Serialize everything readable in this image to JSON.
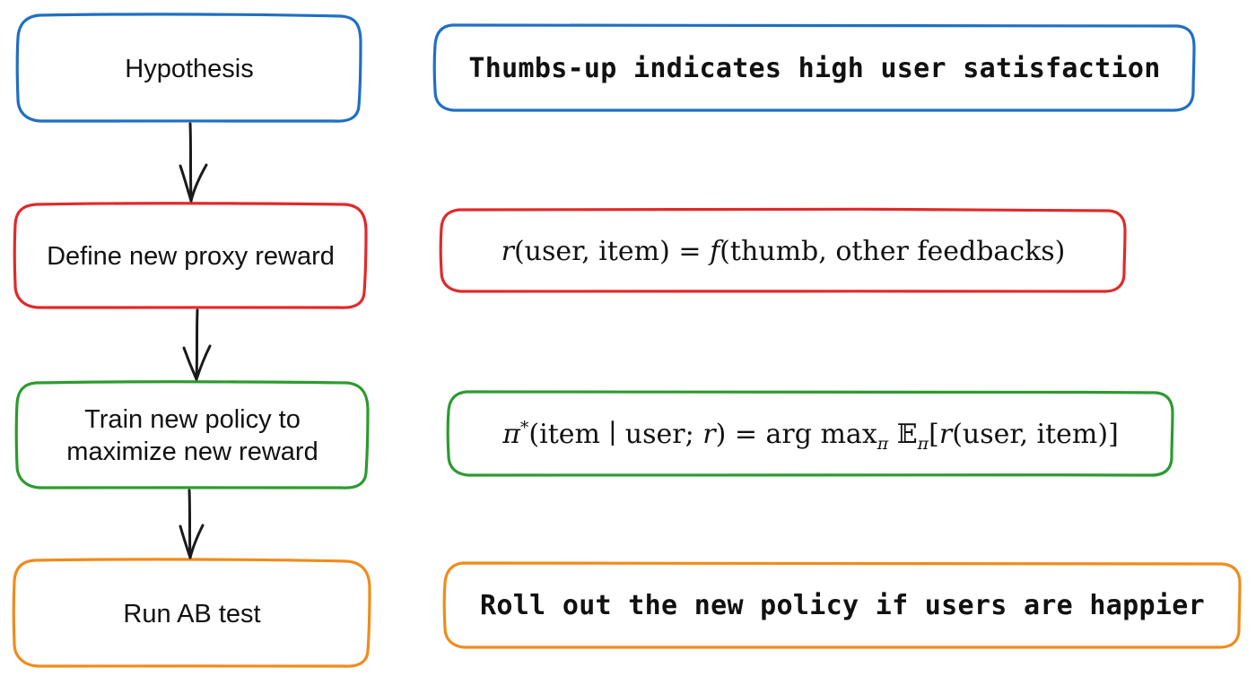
{
  "colors": {
    "hypothesis": "#1f6fc4",
    "reward": "#e02a2a",
    "train": "#2c9b2e",
    "abtest": "#f08c1a",
    "arrow": "#1a1a1a"
  },
  "steps": [
    {
      "id": "hypothesis",
      "label": "Hypothesis",
      "detail": "Thumbs-up indicates high user satisfaction"
    },
    {
      "id": "reward",
      "label": "Define new proxy reward"
    },
    {
      "id": "train",
      "label_line1": "Train new policy to",
      "label_line2": "maximize new reward"
    },
    {
      "id": "abtest",
      "label": "Run AB test",
      "detail": "Roll out the new policy if users are happier"
    }
  ],
  "formulas": {
    "reward": {
      "r": "r",
      "open": "(",
      "args": "user, item",
      "close": ")",
      "eq": " = ",
      "f": "f",
      "fopen": "(",
      "fargs": "thumb, other feedbacks",
      "fclose": ")"
    },
    "policy": {
      "pi": "π",
      "star": "*",
      "lhs_args_1": "(item ∣ user; ",
      "lhs_r": "r",
      "lhs_close": ")",
      "eq": " = arg max",
      "sub_pi": "π",
      "expect": " 𝔼",
      "sub_pi2": "π",
      "bracket_open": "[",
      "inner_r": "r",
      "inner_args": "(user, item)",
      "bracket_close": "]"
    }
  }
}
